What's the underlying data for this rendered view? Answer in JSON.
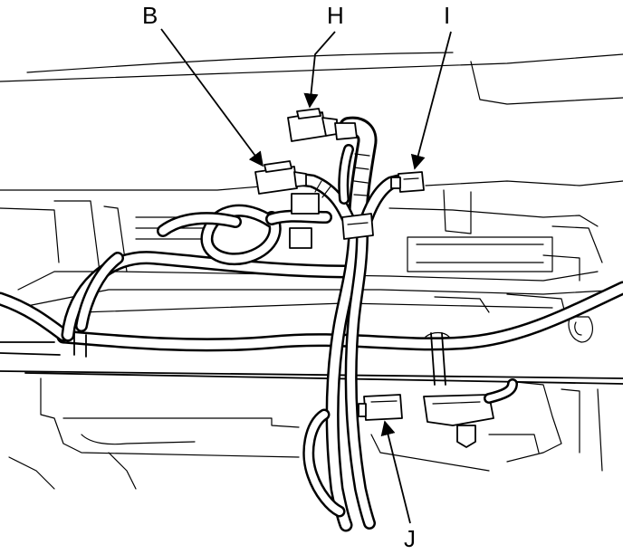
{
  "callouts": {
    "b": "B",
    "h": "H",
    "i": "I",
    "j": "J"
  },
  "colors": {
    "line": "#000000",
    "background": "#ffffff"
  }
}
